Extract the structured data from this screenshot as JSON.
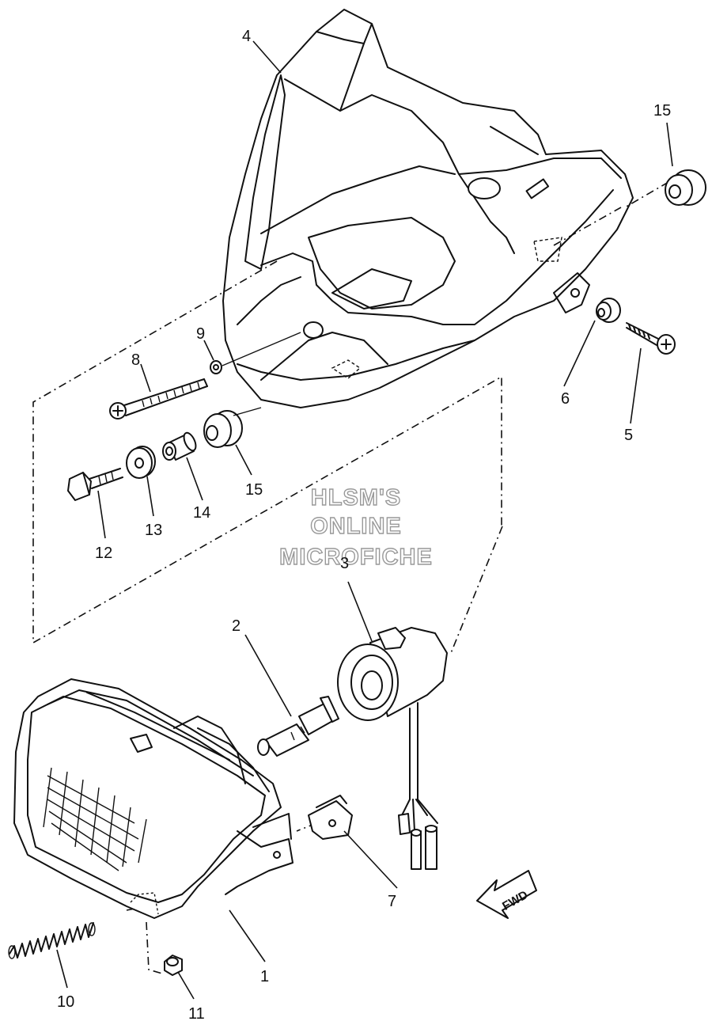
{
  "parts": [
    {
      "id": "1",
      "label": "1"
    },
    {
      "id": "2",
      "label": "2"
    },
    {
      "id": "3",
      "label": "3"
    },
    {
      "id": "4",
      "label": "4"
    },
    {
      "id": "5",
      "label": "5"
    },
    {
      "id": "6",
      "label": "6"
    },
    {
      "id": "7",
      "label": "7"
    },
    {
      "id": "8",
      "label": "8"
    },
    {
      "id": "9",
      "label": "9"
    },
    {
      "id": "10",
      "label": "10"
    },
    {
      "id": "11",
      "label": "11"
    },
    {
      "id": "12",
      "label": "12"
    },
    {
      "id": "13",
      "label": "13"
    },
    {
      "id": "14",
      "label": "14"
    },
    {
      "id": "15a",
      "label": "15"
    },
    {
      "id": "15b",
      "label": "15"
    }
  ],
  "watermark": {
    "line1": "HLSM'S",
    "line2": "ONLINE",
    "line3": "MICROFICHE"
  },
  "direction_arrow": {
    "label": "FWD"
  }
}
